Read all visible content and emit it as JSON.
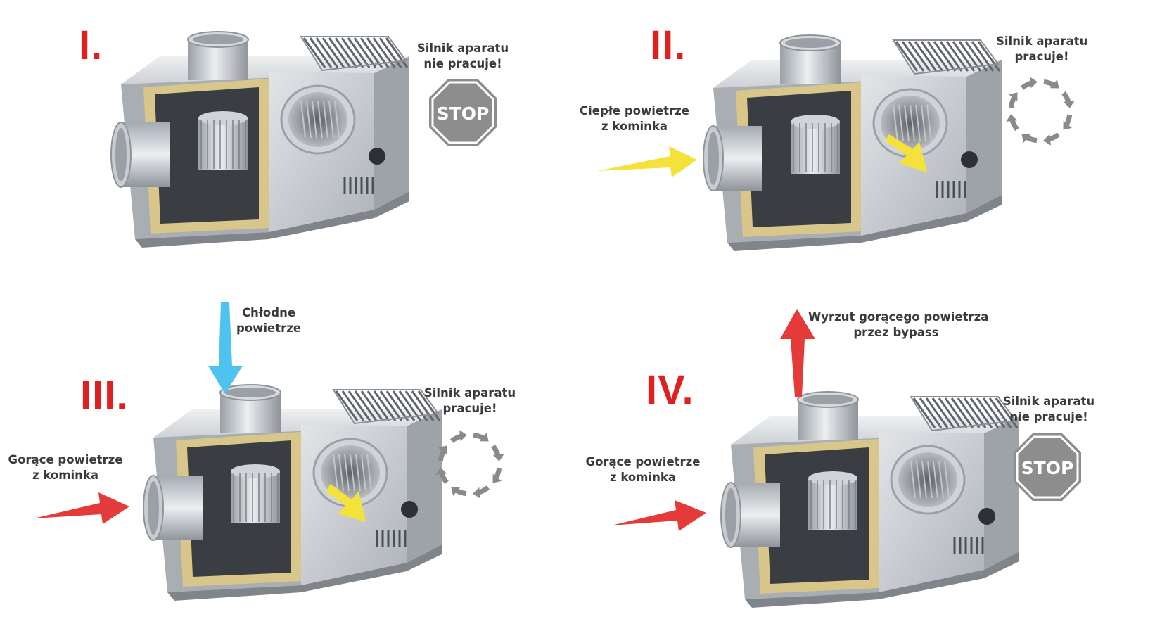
{
  "colors": {
    "numeral": "#e02020",
    "warm_air": "#f4e23a",
    "hot_air": "#e53a3a",
    "cold_air": "#4fc3ef",
    "stop_sign": "#8d8d8d",
    "cycle_arrows": "#8a8a8a",
    "label_text": "#3a3a3a",
    "unit_body": "#c4c8cc",
    "insulation": "#d9c68a"
  },
  "panels": [
    {
      "numeral": "I.",
      "status": {
        "lines": [
          "Silnik aparatu",
          "nie pracuje!"
        ],
        "icon": "stop-sign-icon",
        "icon_text": "STOP"
      },
      "labels": [],
      "arrows": []
    },
    {
      "numeral": "II.",
      "status": {
        "lines": [
          "Silnik aparatu",
          "pracuje!"
        ],
        "icon": "cycle-arrows-icon"
      },
      "labels": [
        {
          "lines": [
            "Ciepłe powietrze",
            "z kominka"
          ]
        }
      ],
      "arrows": [
        "warm-air-inlet-arrow",
        "warm-air-outlet-arrow"
      ]
    },
    {
      "numeral": "III.",
      "status": {
        "lines": [
          "Silnik aparatu",
          "pracuje!"
        ],
        "icon": "cycle-arrows-icon"
      },
      "labels": [
        {
          "lines": [
            "Chłodne",
            "powietrze"
          ]
        },
        {
          "lines": [
            "Gorące powietrze",
            "z kominka"
          ]
        }
      ],
      "arrows": [
        "cold-air-inlet-arrow",
        "hot-air-inlet-arrow",
        "warm-air-outlet-arrow"
      ]
    },
    {
      "numeral": "IV.",
      "status": {
        "lines": [
          "Silnik aparatu",
          "nie pracuje!"
        ],
        "icon": "stop-sign-icon",
        "icon_text": "STOP"
      },
      "labels": [
        {
          "lines": [
            "Wyrzut gorącego powietrza",
            "przez bypass"
          ]
        },
        {
          "lines": [
            "Gorące powietrze",
            "z kominka"
          ]
        }
      ],
      "arrows": [
        "bypass-exhaust-arrow",
        "hot-air-inlet-arrow"
      ]
    }
  ]
}
